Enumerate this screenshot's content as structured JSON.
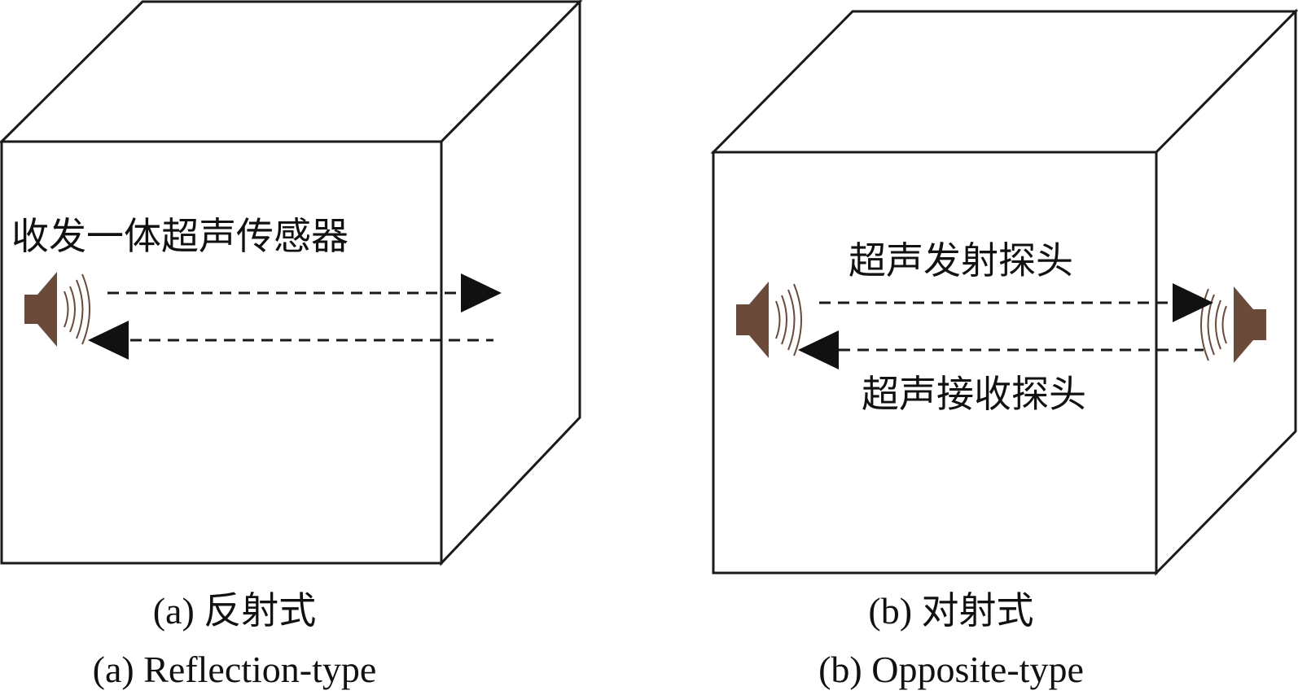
{
  "panel_a": {
    "sensor_label": "收发一体超声传感器",
    "caption_cn": "(a) 反射式",
    "caption_en": "(a) Reflection-type"
  },
  "panel_b": {
    "transmitter_label": "超声发射探头",
    "receiver_label": "超声接收探头",
    "caption_cn": "(b) 对射式",
    "caption_en": "(b) Opposite-type"
  },
  "colors": {
    "speaker": "#6b4a3a",
    "line": "#1a1a1a",
    "background": "#ffffff"
  },
  "icons": {
    "speaker": "speaker-icon",
    "arrow": "arrow-head-icon"
  }
}
